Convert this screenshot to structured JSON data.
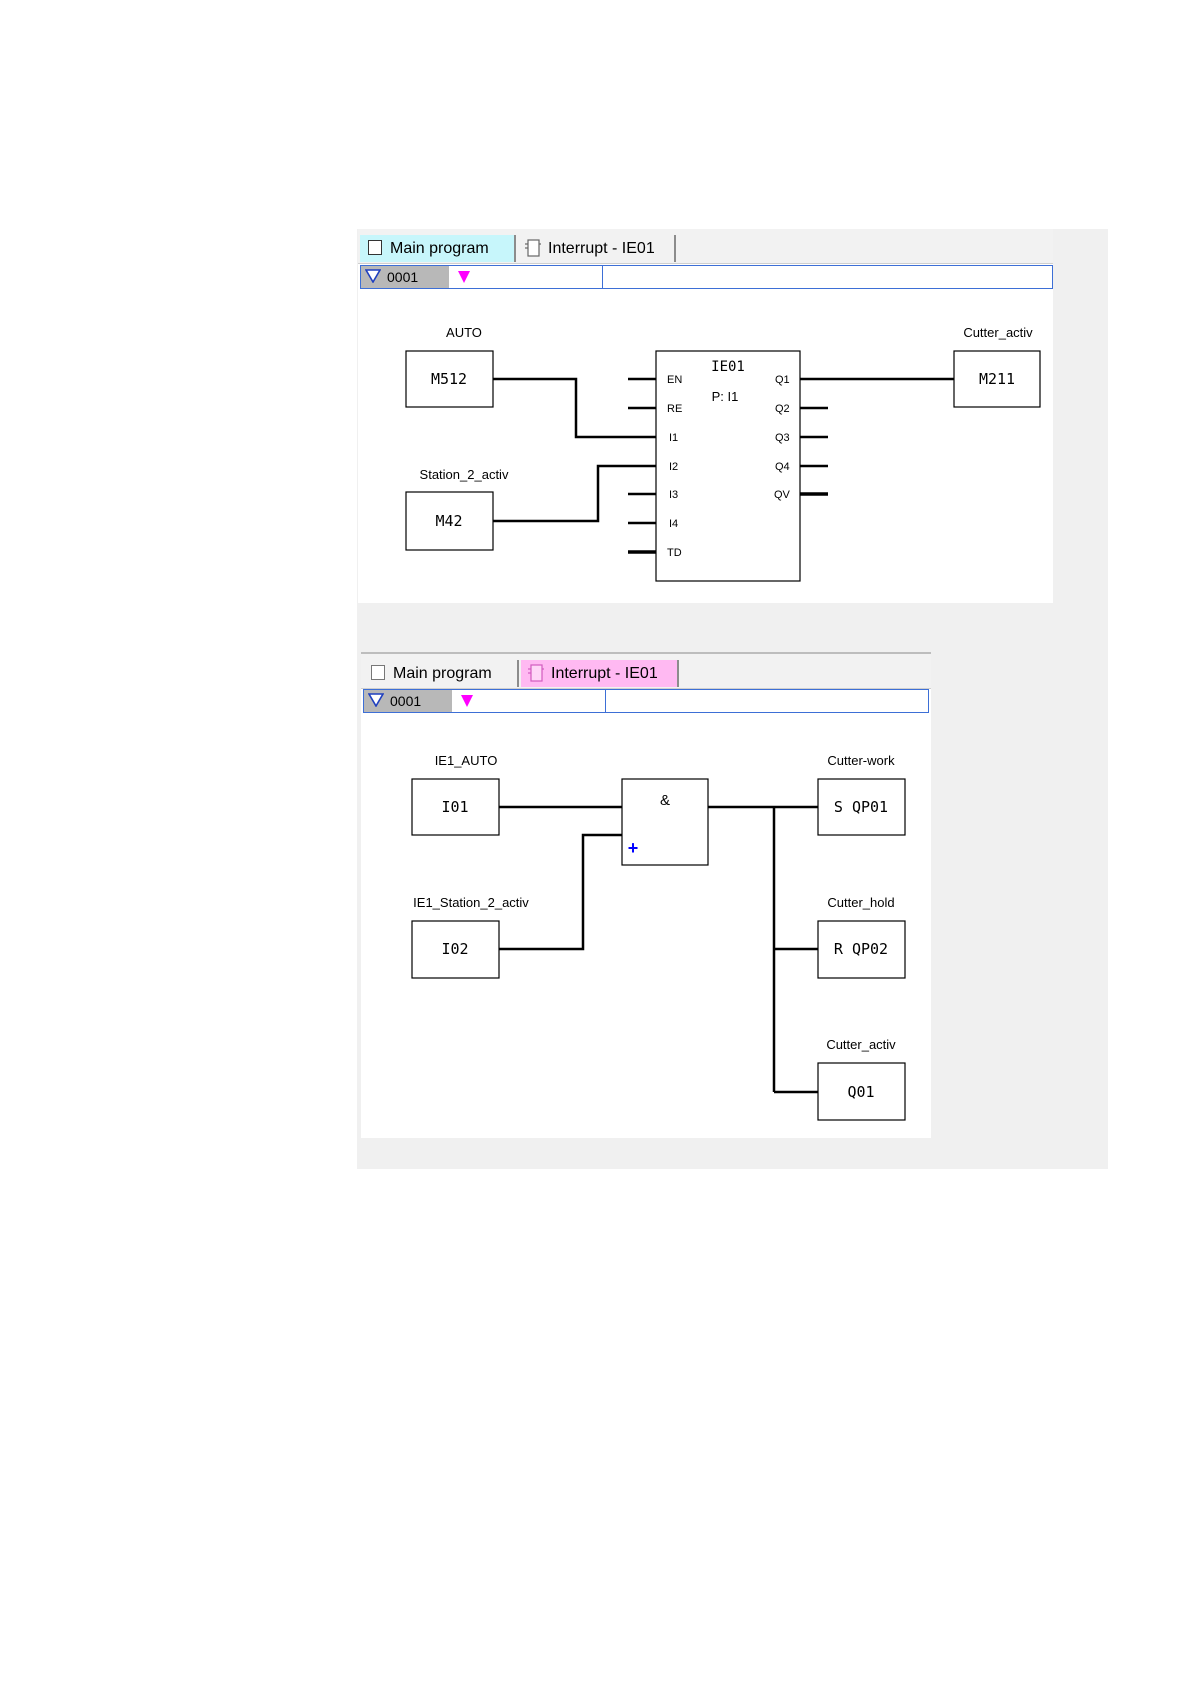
{
  "top_panel": {
    "tabs": [
      {
        "label": "Main program",
        "active": true
      },
      {
        "label": "Interrupt - IE01",
        "active": false
      }
    ],
    "rung_number": "0001",
    "contacts": [
      {
        "operand": "M512",
        "comment": "AUTO"
      },
      {
        "operand": "M42",
        "comment": "Station_2_activ"
      }
    ],
    "block": {
      "name": "IE01",
      "param": "P: I1",
      "inputs": [
        "EN",
        "RE",
        "I1",
        "I2",
        "I3",
        "I4",
        "TD"
      ],
      "outputs": [
        "Q1",
        "Q2",
        "Q3",
        "Q4",
        "QV"
      ]
    },
    "coil": {
      "operand": "M211",
      "comment": "Cutter_activ"
    }
  },
  "bottom_panel": {
    "tabs": [
      {
        "label": "Main program",
        "active": false
      },
      {
        "label": "Interrupt - IE01",
        "active": true
      }
    ],
    "rung_number": "0001",
    "contacts": [
      {
        "operand": "I01",
        "comment": "IE1_AUTO"
      },
      {
        "operand": "I02",
        "comment": "IE1_Station_2_activ"
      }
    ],
    "and_gate": {
      "symbol": "&",
      "add_symbol": "+"
    },
    "coils": [
      {
        "operand": "S QP01",
        "comment": "Cutter-work"
      },
      {
        "operand": "R QP02",
        "comment": "Cutter_hold"
      },
      {
        "operand": "Q01",
        "comment": "Cutter_activ"
      }
    ]
  },
  "colors": {
    "main_tab_active": "#c7f6fb",
    "interrupt_tab_active": "#ffb9f2",
    "rung_marker": "#ff00ff",
    "rung_border": "#3d6fd6",
    "plus": "#0000ff"
  }
}
